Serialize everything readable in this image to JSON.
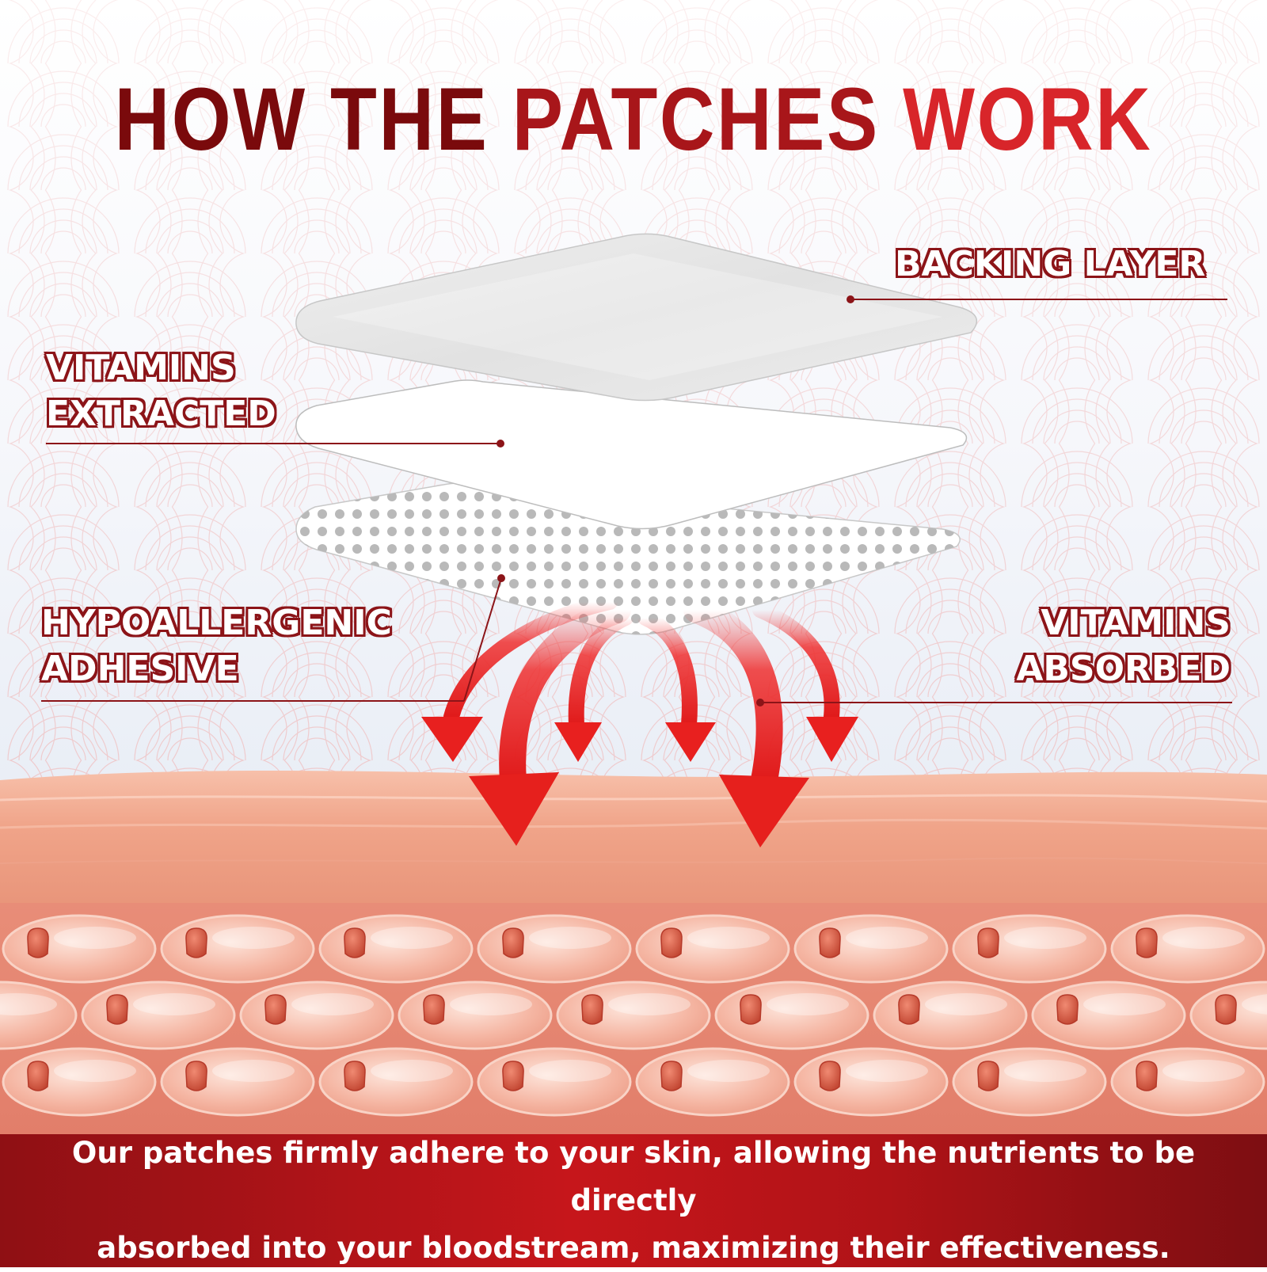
{
  "title": {
    "part1": "HOW THE ",
    "part2": "PATCHES ",
    "part3": "WORK",
    "colors": [
      "#7a0a0c",
      "#a8161a",
      "#d8252a"
    ]
  },
  "labels": {
    "backing_layer": "BACKING LAYER",
    "vitamins_extracted": [
      "VITAMINS",
      "EXTRACTED"
    ],
    "hypoallergenic_adhesive": [
      "HYPOALLERGENIC",
      "ADHESIVE"
    ],
    "vitamins_absorbed": [
      "VITAMINS",
      "ABSORBED"
    ]
  },
  "footer": {
    "lines": [
      "Our patches firmly adhere to your skin, allowing the nutrients to be directly",
      "absorbed into your bloodstream, maximizing their effectiveness."
    ]
  },
  "colors": {
    "brand_red": "#c6161b",
    "dark_red": "#8c1418",
    "arrow_red": "#e8201f",
    "skin": "#f2a88f"
  },
  "icons": [
    "backing-layer-illustration",
    "film-layer-illustration",
    "adhesive-layer-illustration",
    "absorption-arrows",
    "skin-cells-illustration"
  ]
}
